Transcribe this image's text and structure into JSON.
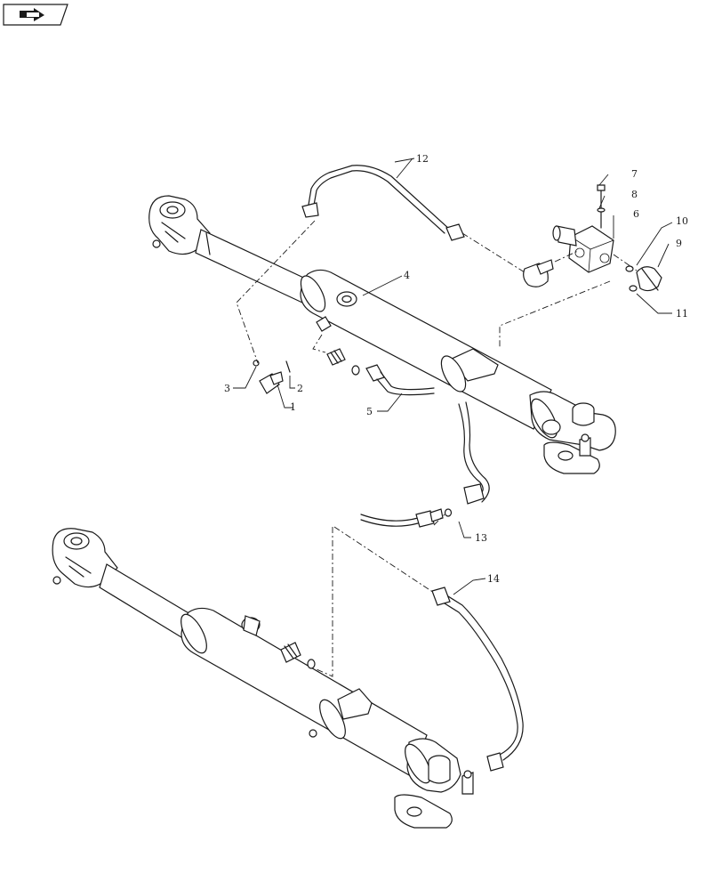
{
  "nav": {
    "back_icon": "back-arrow-icon"
  },
  "callouts": {
    "c1": "1",
    "c2": "2",
    "c3": "3",
    "c4": "4",
    "c5": "5",
    "c6": "6",
    "c7": "7",
    "c8": "8",
    "c9": "9",
    "c10": "10",
    "c11": "11",
    "c12": "12",
    "c13": "13",
    "c14": "14"
  }
}
